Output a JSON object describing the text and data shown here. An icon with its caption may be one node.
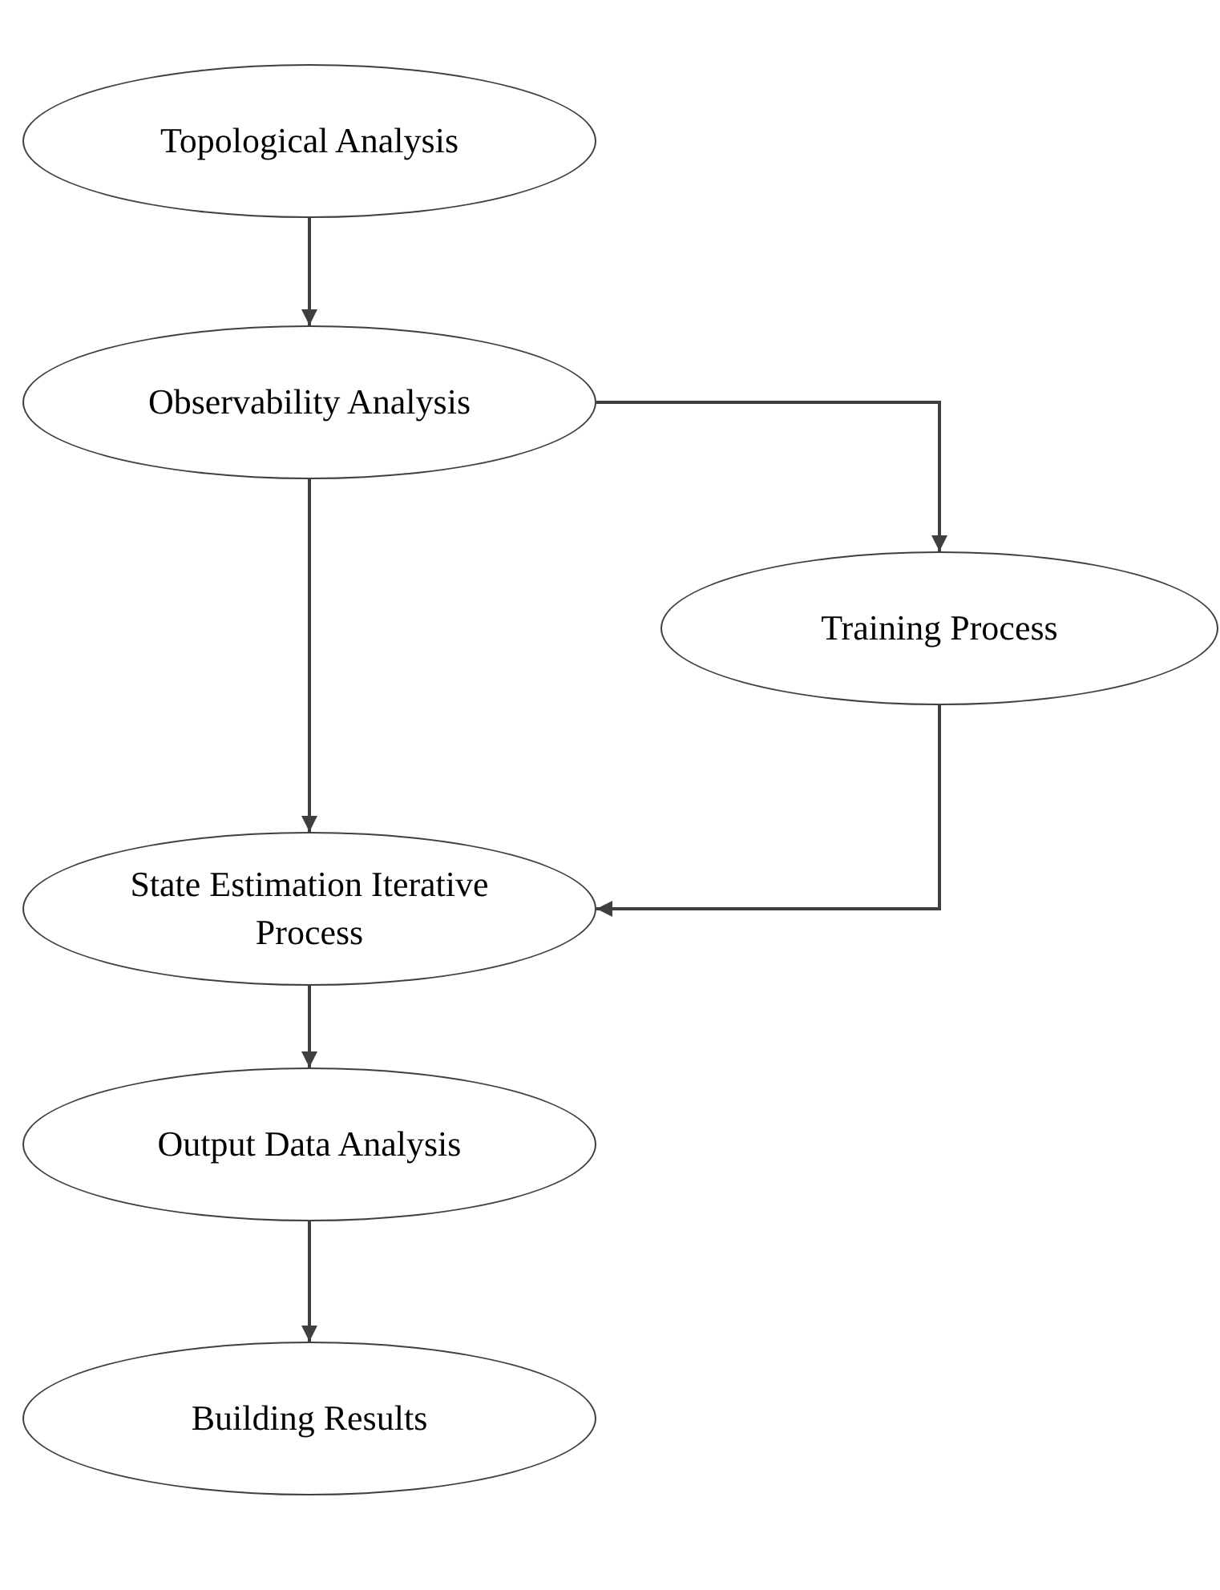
{
  "diagram": {
    "nodes": [
      {
        "text": [
          "Topological Analysis"
        ]
      },
      {
        "text": [
          "Observability Analysis"
        ]
      },
      {
        "text": [
          "Training Process"
        ]
      },
      {
        "text": [
          "State Estimation Iterative Process"
        ]
      },
      {
        "text": [
          "Output Data Analysis"
        ]
      },
      {
        "text": [
          "Building Results"
        ]
      }
    ],
    "edges": [
      {
        "from": 0,
        "to": 1,
        "arrow": "to"
      },
      {
        "from": 1,
        "to": 2,
        "arrow": "to"
      },
      {
        "from": 1,
        "to": 3,
        "arrow": "to"
      },
      {
        "from": 2,
        "to": 3,
        "arrow": "to"
      },
      {
        "from": 3,
        "to": 4,
        "arrow": "to"
      },
      {
        "from": 4,
        "to": 5,
        "arrow": "to"
      }
    ]
  }
}
